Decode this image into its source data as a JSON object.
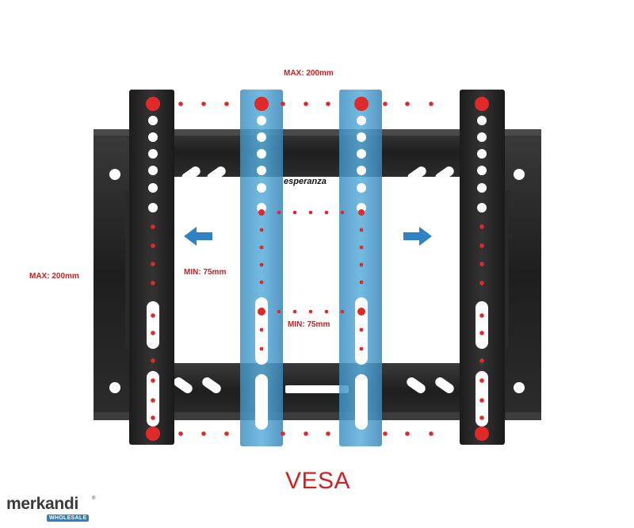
{
  "labels": {
    "max_top": "MAX: 200mm",
    "max_left": "MAX: 200mm",
    "min_mid": "MIN: 75mm",
    "min_bottom": "MIN: 75mm"
  },
  "title": "VESA",
  "bracket_brand": "esperanza",
  "logo": {
    "word": "merkandi",
    "badge": "WHOLESALE",
    "reg": "®"
  },
  "colors": {
    "accent_red": "#d42020",
    "label_red": "#cc1f1f",
    "arrow_blue": "#2f82c4",
    "arm_blue": "#4a9fd0",
    "bracket_black": "#232323"
  }
}
